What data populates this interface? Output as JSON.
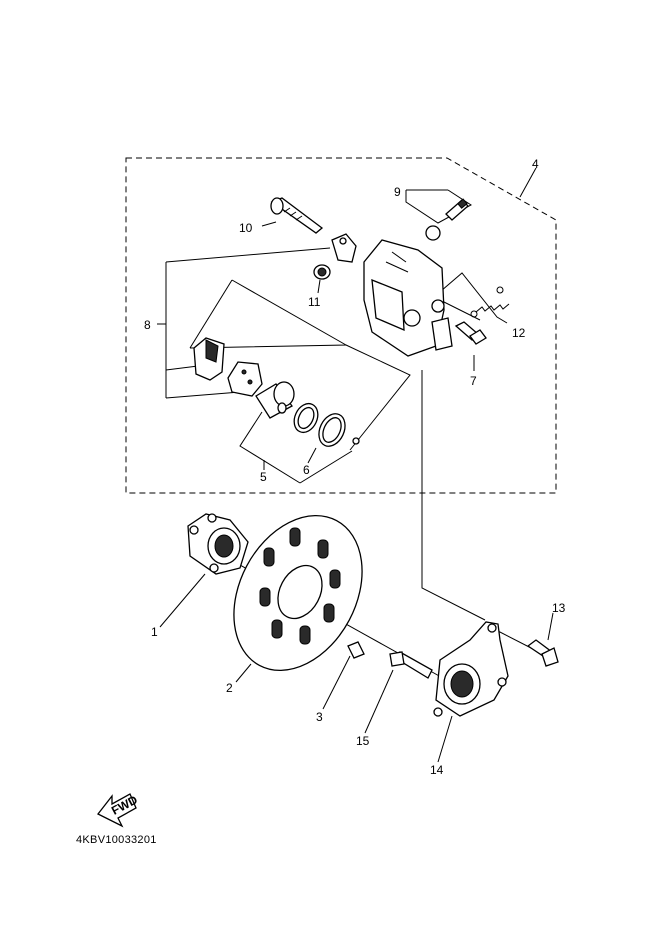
{
  "diagram_code": "4KBV10033201",
  "fwd_arrow_text": "FWD",
  "callouts": [
    "1",
    "2",
    "3",
    "4",
    "5",
    "6",
    "7",
    "8",
    "9",
    "10",
    "11",
    "12",
    "13",
    "14",
    "15"
  ]
}
